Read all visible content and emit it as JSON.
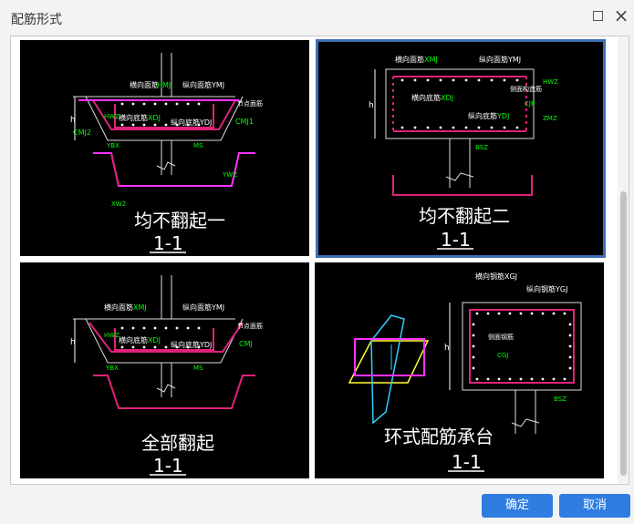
{
  "window": {
    "title": "配筋形式"
  },
  "options": [
    {
      "title": "均不翻起一",
      "section": "1-1",
      "labels": {
        "top_transverse": "横向面筋",
        "top_transverse_code": "HMJ",
        "top_longitudinal": "纵向面筋YMJ",
        "bottom_transverse": "横向底筋",
        "bottom_transverse_code": "XDJ",
        "bottom_longitudinal": "纵向底筋YDJ",
        "side_dist": "节点面筋",
        "cmj1": "CMJ1",
        "cmj2": "CMJ2",
        "hwz": "HWZ",
        "xw2": "XW2",
        "ywz": "YWZ",
        "ybx": "YBX",
        "hd": "h",
        "ms": "MS"
      }
    },
    {
      "title": "均不翻起二",
      "section": "1-1",
      "labels": {
        "top_transverse": "横向面筋",
        "top_transverse_code": "XMJ",
        "top_longitudinal": "纵向面筋YMJ",
        "bottom_transverse": "横向底筋",
        "bottom_transverse_code": "XDJ",
        "bottom_longitudinal": "纵向底筋",
        "bottom_longitudinal_code": "YDJ",
        "side_bar": "侧面构造筋",
        "dim_top": "HWZ",
        "dim_bottom": "ZMZ",
        "dim_side": "CJP",
        "dim_base": "BSZ",
        "hd": "h"
      }
    },
    {
      "title": "全部翻起",
      "section": "1-1",
      "labels": {
        "top_transverse": "横向面筋",
        "top_transverse_code": "XMJ",
        "top_longitudinal": "纵向面筋YMJ",
        "bottom_transverse": "横向底筋",
        "bottom_transverse_code": "XDJ",
        "bottom_longitudinal": "纵向底筋YDJ",
        "side_dist": "节点面筋",
        "cmj": "CMJ",
        "hwz": "HWZ",
        "ybx": "YBX",
        "hd": "h",
        "ms": "MS"
      }
    },
    {
      "title": "环式配筋承台",
      "section": "1-1",
      "labels": {
        "transverse": "横向钢筋XGJ",
        "longitudinal": "纵向钢筋YGJ",
        "side_bar": "侧面钢筋",
        "cgj": "CGJ",
        "hd": "h",
        "dim_base": "BSZ"
      }
    }
  ],
  "selected_index": 1,
  "buttons": {
    "ok": "确定",
    "cancel": "取消"
  }
}
